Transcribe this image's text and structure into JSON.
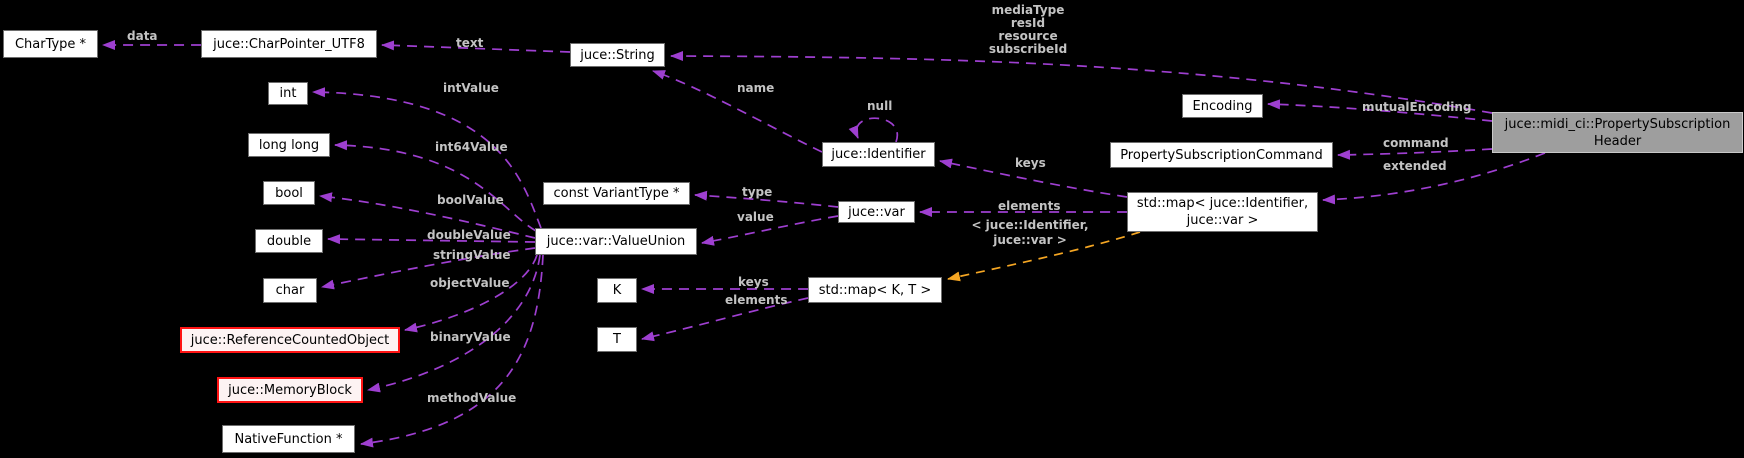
{
  "diagram": {
    "kind": "doxygen-collaboration-graph",
    "colors": {
      "background": "#000000",
      "edge": "#9e3fd0",
      "template_edge": "#f5a623",
      "edge_label": "#c3c3c3",
      "node_fill": "#ffffff",
      "node_border": "#6e6e6e",
      "node_text": "#000000",
      "highlight_border": "#ff1414",
      "highlight_fill": "#fdf3f3",
      "selected_fill": "#9e9e9e"
    },
    "nodes": {
      "char_type": {
        "label": "CharType *"
      },
      "char_pointer_utf8": {
        "label": "juce::CharPointer_UTF8"
      },
      "juce_string": {
        "label": "juce::String"
      },
      "int": {
        "label": "int"
      },
      "long_long": {
        "label": "long long"
      },
      "bool": {
        "label": "bool"
      },
      "double": {
        "label": "double"
      },
      "char": {
        "label": "char"
      },
      "reference_counted_object": {
        "label": "juce::ReferenceCountedObject"
      },
      "memory_block": {
        "label": "juce::MemoryBlock"
      },
      "native_function": {
        "label": "NativeFunction *"
      },
      "const_variant_type": {
        "label": "const VariantType *"
      },
      "value_union": {
        "label": "juce::var::ValueUnion"
      },
      "juce_var": {
        "label": "juce::var"
      },
      "juce_identifier": {
        "label": "juce::Identifier"
      },
      "k": {
        "label": "K"
      },
      "t": {
        "label": "T"
      },
      "std_map_kt": {
        "label": "std::map< K, T >"
      },
      "std_map_id_var": {
        "line1": "std::map< juce::Identifier,",
        "line2": "juce::var >"
      },
      "encoding": {
        "label": "Encoding"
      },
      "property_subscription_command": {
        "label": "PropertySubscriptionCommand"
      },
      "header": {
        "line1": "juce::midi_ci::PropertySubscription",
        "line2": "Header"
      }
    },
    "edge_labels": {
      "data": "data",
      "text": "text",
      "media_group": {
        "line1": "mediaType",
        "line2": "resId",
        "line3": "resource",
        "line4": "subscribeId"
      },
      "name": "name",
      "null": "null",
      "int_value": "intValue",
      "int64_value": "int64Value",
      "bool_value": "boolValue",
      "double_value": "doubleValue",
      "string_value": "stringValue",
      "object_value": "objectValue",
      "binary_value": "binaryValue",
      "method_value": "methodValue",
      "type": "type",
      "value": "value",
      "keys_identifier": "keys",
      "elements_var": "elements",
      "template_args": {
        "line1": "< juce::Identifier,",
        "line2": "juce::var >"
      },
      "keys_kt": "keys",
      "elements_kt": "elements",
      "mutual_encoding": "mutualEncoding",
      "command": "command",
      "extended": "extended"
    }
  }
}
